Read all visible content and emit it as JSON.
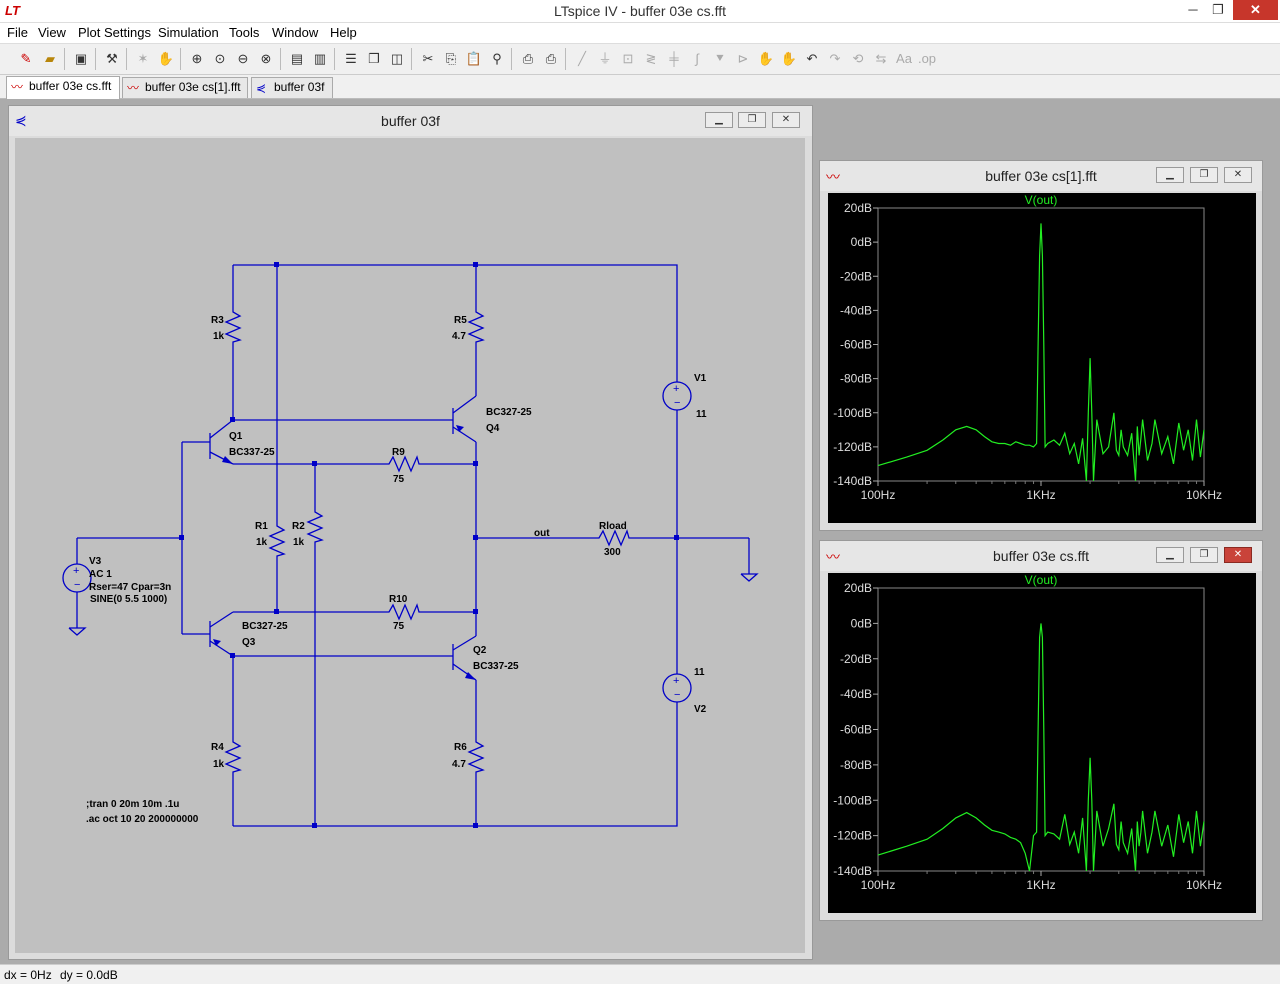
{
  "app": {
    "title": "LTspice IV - buffer 03e cs.fft",
    "minimize": "─",
    "maximize": "❐",
    "close": "✕",
    "logo": "LT"
  },
  "menu": [
    "File",
    "View",
    "Plot Settings",
    "Simulation",
    "Tools",
    "Window",
    "Help"
  ],
  "tabs": [
    {
      "label": "buffer 03e cs.fft",
      "active": true,
      "icon": "waveform-icon"
    },
    {
      "label": "buffer 03e cs[1].fft",
      "active": false,
      "icon": "waveform-icon"
    },
    {
      "label": "buffer 03f",
      "active": false,
      "icon": "schematic-icon"
    }
  ],
  "schematic_window": {
    "title": "buffer 03f",
    "components": {
      "R3": {
        "name": "R3",
        "value": "1k"
      },
      "R5": {
        "name": "R5",
        "value": "4.7"
      },
      "V1": {
        "name": "V1",
        "value": "11"
      },
      "Q1": {
        "name": "Q1",
        "model": "BC337-25"
      },
      "Q4": {
        "name": "Q4",
        "model": "BC327-25"
      },
      "R9": {
        "name": "R9",
        "value": "75"
      },
      "R1": {
        "name": "R1",
        "value": "1k"
      },
      "R2": {
        "name": "R2",
        "value": "1k"
      },
      "Rload": {
        "name": "Rload",
        "value": "300"
      },
      "V3": {
        "name": "V3",
        "value1": "AC 1",
        "value2": "Rser=47 Cpar=3n",
        "value3": "SINE(0 5.5 1000)"
      },
      "R10": {
        "name": "R10",
        "value": "75"
      },
      "Q3": {
        "name": "Q3",
        "model": "BC327-25"
      },
      "Q2": {
        "name": "Q2",
        "model": "BC337-25"
      },
      "V2": {
        "name": "V2",
        "value": "11"
      },
      "R4": {
        "name": "R4",
        "value": "1k"
      },
      "R6": {
        "name": "R6",
        "value": "4.7"
      }
    },
    "net_label": "out",
    "directives": [
      ";tran 0 20m 10m .1u",
      ".ac oct 10 20 200000000"
    ]
  },
  "plot_windows": [
    {
      "title": "buffer 03e cs[1].fft",
      "trace": "V(out)"
    },
    {
      "title": "buffer 03e cs.fft",
      "trace": "V(out)"
    }
  ],
  "status": {
    "dx": "dx = 0Hz",
    "dy": "dy = 0.0dB"
  },
  "colors": {
    "wire": "#0000c8",
    "trace": "#22ee22",
    "plot_bg": "#000000",
    "schematic_bg": "#c0c0c0"
  },
  "chart_data": [
    {
      "type": "line",
      "title": "",
      "series": [
        {
          "name": "V(out)"
        }
      ],
      "x_scale": "log",
      "xlim": [
        100,
        10000
      ],
      "x_ticks": [
        "100Hz",
        "1KHz",
        "10KHz"
      ],
      "y_ticks": [
        "20dB",
        "0dB",
        "-20dB",
        "-40dB",
        "-60dB",
        "-80dB",
        "-100dB",
        "-120dB",
        "-140dB"
      ],
      "ylim": [
        -140,
        20
      ],
      "x": [
        100,
        150,
        200,
        250,
        300,
        350,
        400,
        450,
        500,
        550,
        600,
        650,
        700,
        750,
        800,
        850,
        900,
        940,
        960,
        980,
        1000,
        1020,
        1040,
        1060,
        1100,
        1200,
        1300,
        1400,
        1500,
        1600,
        1700,
        1800,
        1900,
        1950,
        2000,
        2050,
        2100,
        2200,
        2400,
        2600,
        2800,
        2900,
        3000,
        3100,
        3200,
        3400,
        3600,
        3800,
        3900,
        4000,
        4100,
        4200,
        4500,
        4800,
        5000,
        5500,
        6000,
        6500,
        7000,
        7500,
        8000,
        8500,
        9000,
        9500,
        10000
      ],
      "values": [
        -131,
        -126,
        -122,
        -116,
        -110,
        -108,
        -110,
        -114,
        -117,
        -118,
        -118,
        -119,
        -117,
        -118,
        -119,
        -119,
        -120,
        -118,
        -60,
        -8,
        11,
        -8,
        -60,
        -120,
        -118,
        -116,
        -119,
        -112,
        -124,
        -118,
        -130,
        -115,
        -140,
        -100,
        -68,
        -100,
        -140,
        -104,
        -124,
        -120,
        -100,
        -122,
        -125,
        -110,
        -120,
        -125,
        -112,
        -140,
        -108,
        -125,
        -115,
        -104,
        -128,
        -118,
        -104,
        -124,
        -114,
        -130,
        -106,
        -122,
        -110,
        -128,
        -104,
        -126,
        -110
      ]
    },
    {
      "type": "line",
      "title": "",
      "series": [
        {
          "name": "V(out)"
        }
      ],
      "x_scale": "log",
      "xlim": [
        100,
        10000
      ],
      "x_ticks": [
        "100Hz",
        "1KHz",
        "10KHz"
      ],
      "y_ticks": [
        "20dB",
        "0dB",
        "-20dB",
        "-40dB",
        "-60dB",
        "-80dB",
        "-100dB",
        "-120dB",
        "-140dB"
      ],
      "ylim": [
        -140,
        20
      ],
      "x": [
        100,
        150,
        200,
        250,
        300,
        350,
        400,
        450,
        500,
        550,
        600,
        650,
        700,
        750,
        800,
        850,
        900,
        940,
        960,
        980,
        1000,
        1020,
        1040,
        1060,
        1100,
        1200,
        1300,
        1400,
        1500,
        1600,
        1700,
        1800,
        1900,
        1950,
        2000,
        2050,
        2100,
        2200,
        2400,
        2600,
        2800,
        2900,
        3000,
        3100,
        3200,
        3400,
        3600,
        3800,
        3900,
        4000,
        4100,
        4200,
        4500,
        4800,
        5000,
        5500,
        6000,
        6500,
        7000,
        7500,
        8000,
        8500,
        9000,
        9500,
        10000
      ],
      "values": [
        -131,
        -126,
        -122,
        -116,
        -110,
        -107,
        -110,
        -114,
        -117,
        -118,
        -119,
        -121,
        -122,
        -124,
        -130,
        -140,
        -120,
        -118,
        -60,
        -8,
        0,
        -8,
        -60,
        -120,
        -118,
        -119,
        -122,
        -108,
        -125,
        -118,
        -130,
        -110,
        -140,
        -100,
        -76,
        -100,
        -140,
        -106,
        -126,
        -116,
        -102,
        -125,
        -128,
        -112,
        -124,
        -130,
        -116,
        -140,
        -112,
        -126,
        -118,
        -106,
        -130,
        -118,
        -106,
        -126,
        -114,
        -132,
        -108,
        -124,
        -112,
        -130,
        -106,
        -126,
        -112
      ]
    }
  ]
}
